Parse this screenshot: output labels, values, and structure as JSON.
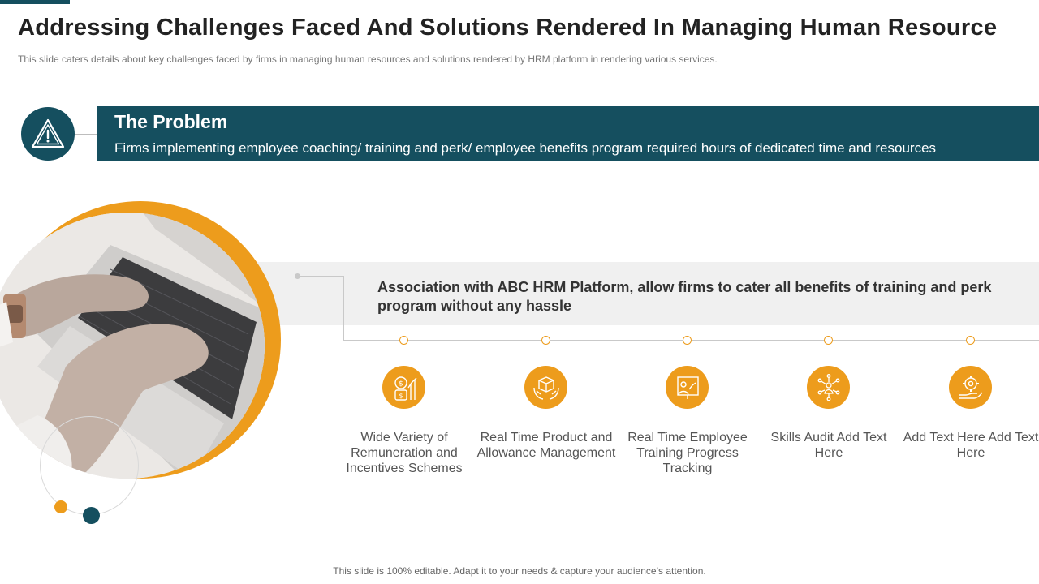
{
  "header": {
    "title": "Addressing Challenges Faced And Solutions Rendered In Managing Human Resource",
    "subtitle": "This slide caters details about key challenges faced by firms in managing human resources and solutions rendered by HRM platform in rendering various  services."
  },
  "problem": {
    "icon": "warning-triangle-icon",
    "title": "The Problem",
    "text": "Firms implementing employee coaching/ training and perk/ employee benefits program required hours of dedicated time and resources"
  },
  "solution": {
    "text": "Association with ABC HRM Platform, allow firms to cater all benefits of training and perk program without any hassle"
  },
  "items": [
    {
      "icon": "remuneration-icon",
      "label": "Wide Variety of Remuneration and Incentives Schemes"
    },
    {
      "icon": "product-hands-icon",
      "label": "Real Time Product and Allowance Management"
    },
    {
      "icon": "training-board-icon",
      "label": "Real Time Employee Training Progress Tracking"
    },
    {
      "icon": "skills-network-icon",
      "label": "Skills Audit Add Text Here"
    },
    {
      "icon": "settings-hand-icon",
      "label": "Add Text Here Add Text Here"
    }
  ],
  "footer": {
    "text": "This slide is 100% editable. Adapt it to your needs & capture your audience’s attention."
  },
  "colors": {
    "teal": "#154f5f",
    "orange": "#ed9c1c",
    "band_gray": "#f0f0f0"
  }
}
